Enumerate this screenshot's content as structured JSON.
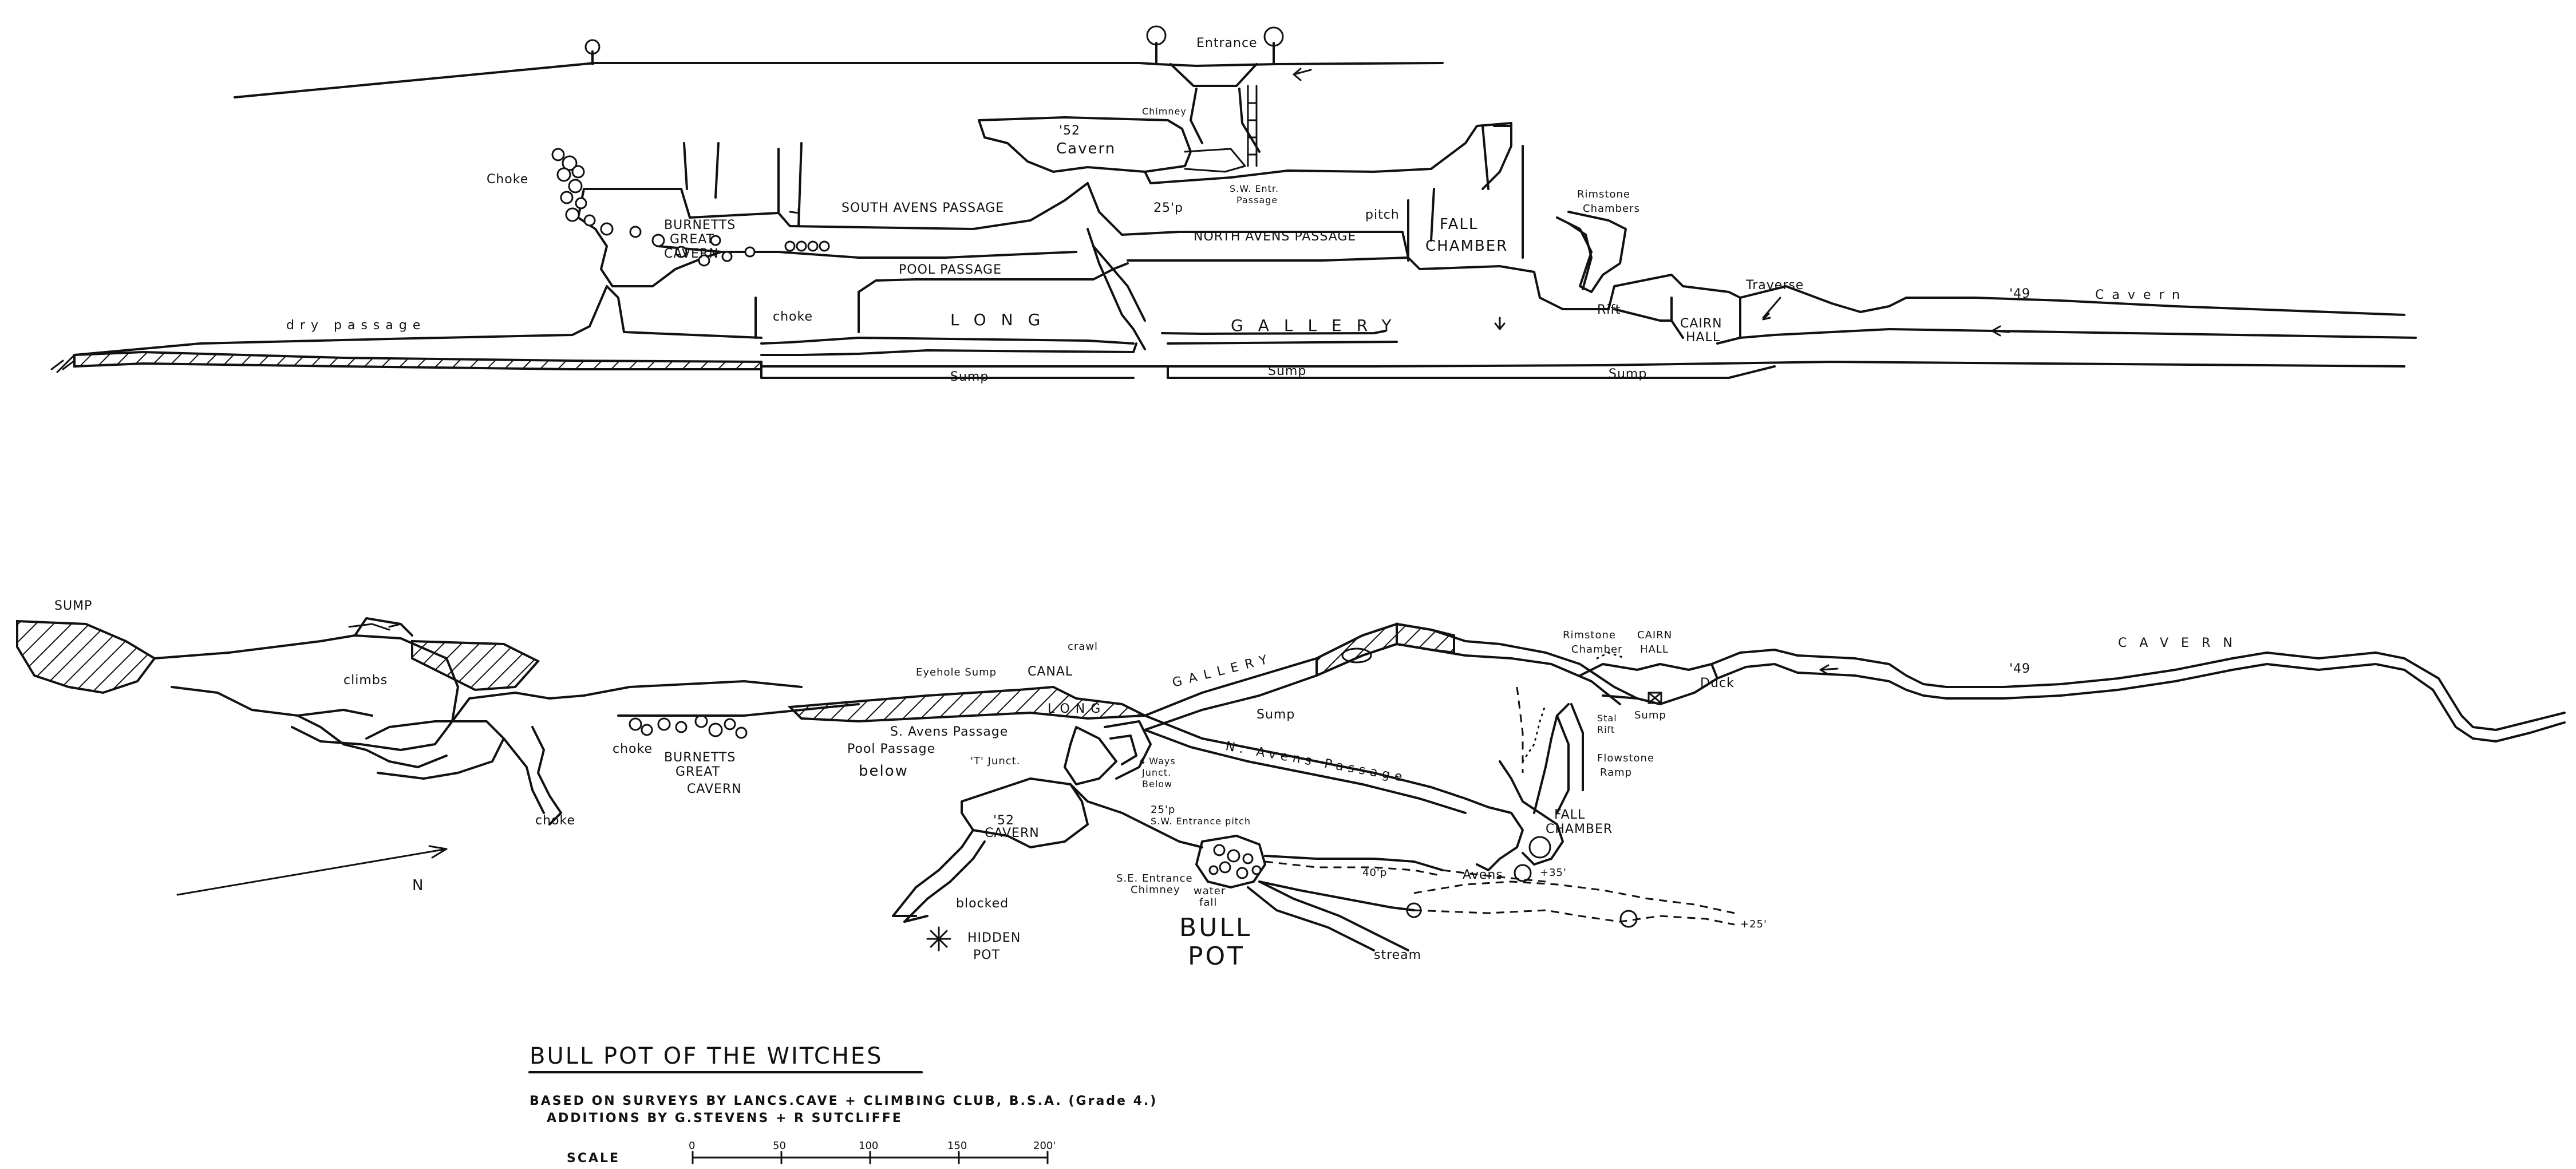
{
  "title": "BULL POT OF THE WITCHES",
  "credits": {
    "line1": "BASED ON SURVEYS BY LANCS.CAVE + CLIMBING CLUB, B.S.A. (Grade 4.)",
    "line2": "ADDITIONS BY G.STEVENS + R SUTCLIFFE"
  },
  "scale": {
    "label": "SCALE",
    "ticks": [
      "0",
      "50",
      "100",
      "150",
      "200'"
    ]
  },
  "north_label": "N",
  "section_labels": {
    "entrance": "Entrance",
    "chimney": "Chimney",
    "cavern_52": "'52",
    "cavern_52b": "Cavern",
    "sw_entr_1": "S.W. Entr.",
    "sw_entr_2": "Passage",
    "pitch_25": "25'p",
    "choke": "Choke",
    "burnetts_1": "BURNETTS",
    "burnetts_2": "GREAT",
    "burnetts_3": "CAVERN",
    "south_avens": "SOUTH AVENS PASSAGE",
    "north_avens": "NORTH AVENS PASSAGE",
    "pitch": "pitch",
    "fall_1": "FALL",
    "fall_2": "CHAMBER",
    "rimstone_1": "Rimstone",
    "rimstone_2": "Chambers",
    "pool": "POOL PASSAGE",
    "choke_lower": "choke",
    "long": "LONG",
    "gallery": "GALLERY",
    "dry": "dry passage",
    "rift": "Rift",
    "cairn_1": "CAIRN",
    "cairn_2": "HALL",
    "traverse": "Traverse",
    "cavern_49a": "'49",
    "cavern_49b": "Cavern",
    "sump": "Sump"
  },
  "plan_labels": {
    "sump": "SUMP",
    "climbs": "climbs",
    "choke_left": "choke",
    "choke_b": "choke",
    "burnetts_1": "BURNETTS",
    "burnetts_2": "GREAT",
    "burnetts_3": "CAVERN",
    "eyehole": "Eyehole Sump",
    "canal": "CANAL",
    "crawl": "crawl",
    "gallery": "GALLERY",
    "long": "LONG",
    "s_avens": "S. Avens Passage",
    "pool_1": "Pool Passage",
    "pool_2": "below",
    "t_junct": "'T' Junct.",
    "four_ways_1": "4 Ways",
    "four_ways_2": "Junct.",
    "four_ways_3": "Below",
    "n_avens": "N. Avens Passage",
    "sump_mid": "Sump",
    "cavern_52a": "'52",
    "cavern_52b": "CAVERN",
    "pitch_25": "25'p",
    "sw_pitch": "S.W. Entrance pitch",
    "se_1": "S.E. Entrance",
    "se_2": "Chimney",
    "waterfall_1": "water",
    "waterfall_2": "fall",
    "bull": "BULL",
    "pot": "POT",
    "stream": "stream",
    "blocked": "blocked",
    "hidden_1": "HIDDEN",
    "hidden_2": "POT",
    "p40": "40'p",
    "avens": "Avens",
    "p25b": "+25'",
    "p35": "+35'",
    "rimstone": "Rimstone",
    "chamber": "Chamber",
    "cairn": "CAIRN",
    "hall": "HALL",
    "stal_1": "Stal",
    "stal_2": "Rift",
    "sump_right": "Sump",
    "duck": "Duck",
    "flowstone_1": "Flowstone",
    "flowstone_2": "Ramp",
    "fall_1": "FALL",
    "fall_2": "CHAMBER",
    "cavern_49a": "'49",
    "cavern_49b": "CAVERN"
  }
}
